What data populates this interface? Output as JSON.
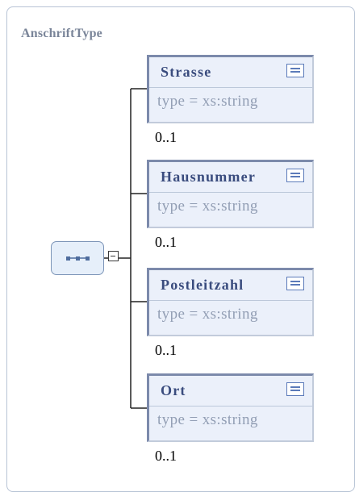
{
  "diagram": {
    "type_name": "AnschriftType",
    "compositor": "sequence",
    "elements": [
      {
        "name": "Strasse",
        "type": "type = xs:string",
        "occurrence": "0..1"
      },
      {
        "name": "Hausnummer",
        "type": "type = xs:string",
        "occurrence": "0..1"
      },
      {
        "name": "Postleitzahl",
        "type": "type = xs:string",
        "occurrence": "0..1"
      },
      {
        "name": "Ort",
        "type": "type = xs:string",
        "occurrence": "0..1"
      }
    ]
  },
  "colors": {
    "element_border": "#7c8aab",
    "element_fill": "#ebf0fa",
    "element_name": "#3a4c7e",
    "type_text": "#929eb4",
    "connector": "#222222"
  },
  "icons": {
    "annotation": "documentation-icon",
    "compositor": "sequence-icon",
    "toggle": "collapse-icon"
  }
}
